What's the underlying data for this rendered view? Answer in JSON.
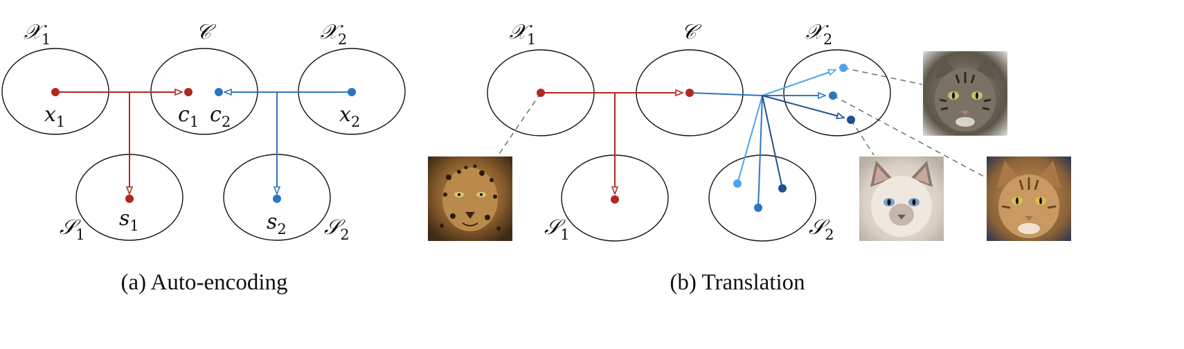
{
  "colors": {
    "red": "#b0281f",
    "blue": "#2e74c0",
    "light_blue": "#4da3ea",
    "dark_blue": "#1f4f8c",
    "ink": "#111111"
  },
  "panel_a": {
    "sets": {
      "x1": {
        "main": "𝒳",
        "sub": "1"
      },
      "c": {
        "main": "𝒞",
        "sub": ""
      },
      "x2": {
        "main": "𝒳",
        "sub": "2"
      },
      "s1": {
        "main": "𝒮",
        "sub": "1"
      },
      "s2": {
        "main": "𝒮",
        "sub": "2"
      }
    },
    "points": {
      "x1": {
        "main": "x",
        "sub": "1"
      },
      "c1": {
        "main": "c",
        "sub": "1"
      },
      "c2": {
        "main": "c",
        "sub": "2"
      },
      "x2": {
        "main": "x",
        "sub": "2"
      },
      "s1": {
        "main": "s",
        "sub": "1"
      },
      "s2": {
        "main": "s",
        "sub": "2"
      }
    },
    "caption": "(a) Auto-encoding"
  },
  "panel_b": {
    "sets": {
      "x1": {
        "main": "𝒳",
        "sub": "1"
      },
      "c": {
        "main": "𝒞",
        "sub": ""
      },
      "x2": {
        "main": "𝒳",
        "sub": "2"
      },
      "s1": {
        "main": "𝒮",
        "sub": "1"
      },
      "s2": {
        "main": "𝒮",
        "sub": "2"
      }
    },
    "images": {
      "source": "leopard-face-photo",
      "targets": [
        "tabby-cat-face-photo",
        "siamese-cat-face-photo",
        "orange-tabby-cat-face-photo"
      ]
    },
    "caption": "(b) Translation"
  }
}
